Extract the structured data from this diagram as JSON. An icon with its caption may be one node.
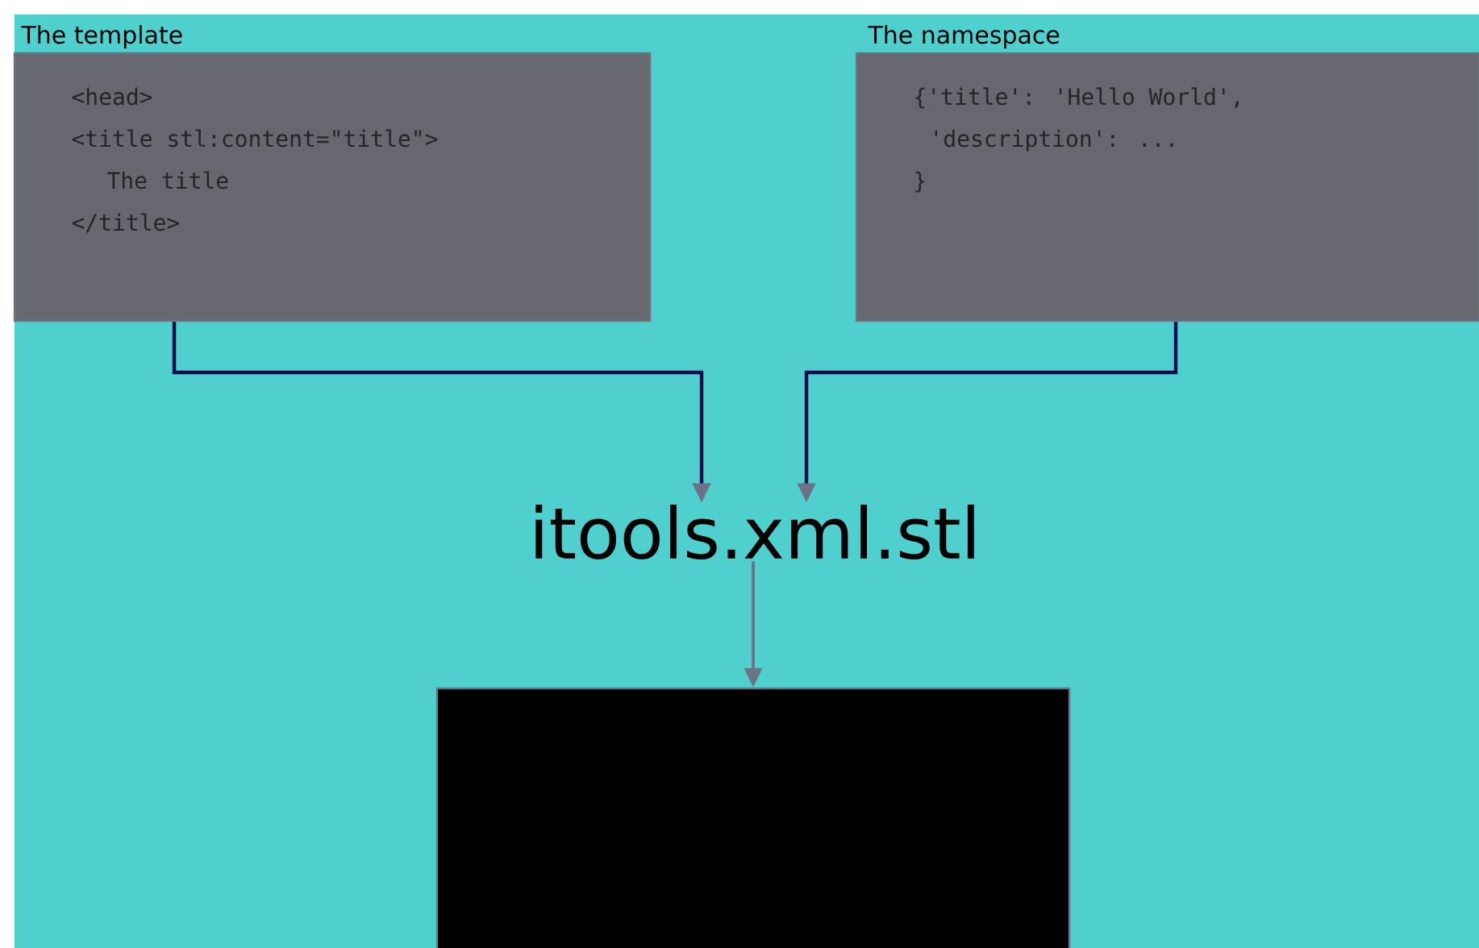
{
  "diagram": {
    "nodes": [
      {
        "text": [
          "The template",
          "<head>",
          "<title stl:content=\"title\">",
          "The title",
          "</title>"
        ]
      },
      {
        "text": [
          "The namespace",
          "{'title': 'Hello World',",
          "'description': ...",
          "}"
        ]
      },
      {
        "text": [
          "itools.xml.stl"
        ]
      },
      {
        "text": [],
        "shape": "box"
      }
    ],
    "edges": [
      {
        "from": 0,
        "to": 2,
        "arrow": "to"
      },
      {
        "from": 1,
        "to": 2,
        "arrow": "to"
      },
      {
        "from": 2,
        "to": 3,
        "arrow": "to",
        "color": "#6b7385"
      }
    ]
  }
}
